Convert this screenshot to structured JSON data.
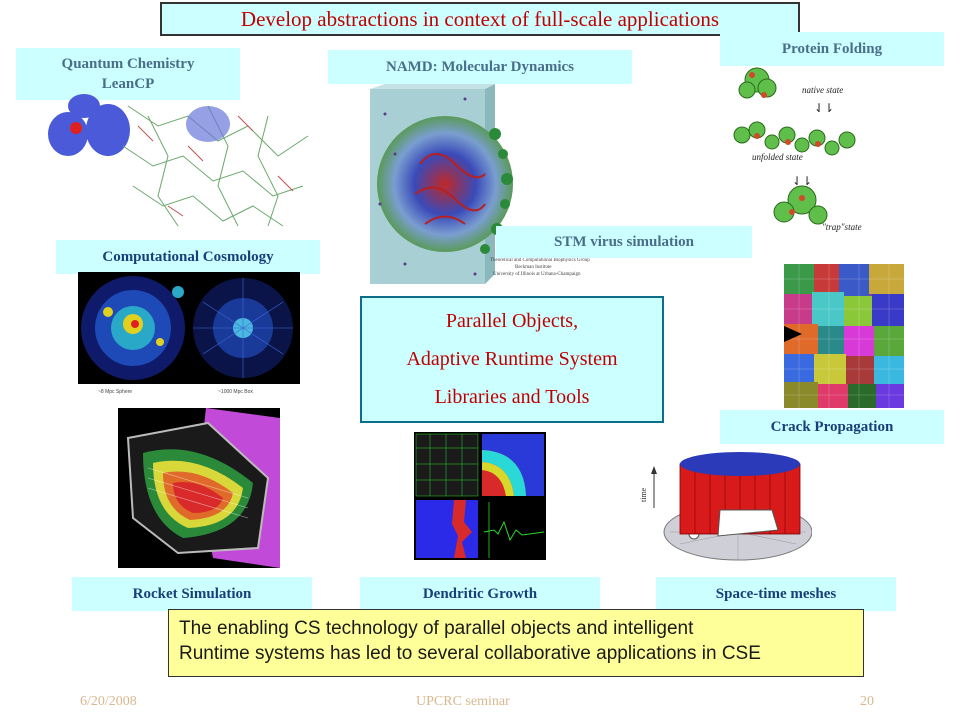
{
  "slide": {
    "title": "Develop abstractions in context of full-scale applications",
    "labels": {
      "quantum_chemistry_line1": "Quantum Chemistry",
      "quantum_chemistry_line2": "LeanCP",
      "namd": "NAMD: Molecular Dynamics",
      "protein_folding": "Protein Folding",
      "stm_virus": "STM virus simulation",
      "comp_cosmology": "Computational Cosmology",
      "crack_propagation": "Crack Propagation",
      "rocket_simulation": "Rocket Simulation",
      "dendritic_growth": "Dendritic Growth",
      "spacetime_meshes": "Space-time meshes"
    },
    "center_box": {
      "line1": "Parallel Objects,",
      "line2": "Adaptive Runtime System",
      "line3": "Libraries and Tools"
    },
    "bottom_box": {
      "line1": "The enabling CS technology of parallel objects and intelligent",
      "line2": "Runtime systems has led to several collaborative applications in CSE"
    },
    "protein_states": {
      "native": "native state",
      "unfolded": "unfolded state",
      "trap": "\"trap\"state"
    },
    "namd_credit": {
      "line1": "Theoretical and Computational Biophysics Group",
      "line2": "Beckman Institute",
      "line3": "University of Illinois at Urbana-Champaign"
    },
    "cosmology_captions": {
      "left": "~8 Mpc Sphere",
      "right": "~1000 Mpc Box"
    },
    "spacetime_axis": "time",
    "footer": {
      "date": "6/20/2008",
      "event": "UPCRC seminar",
      "page": "20"
    }
  }
}
